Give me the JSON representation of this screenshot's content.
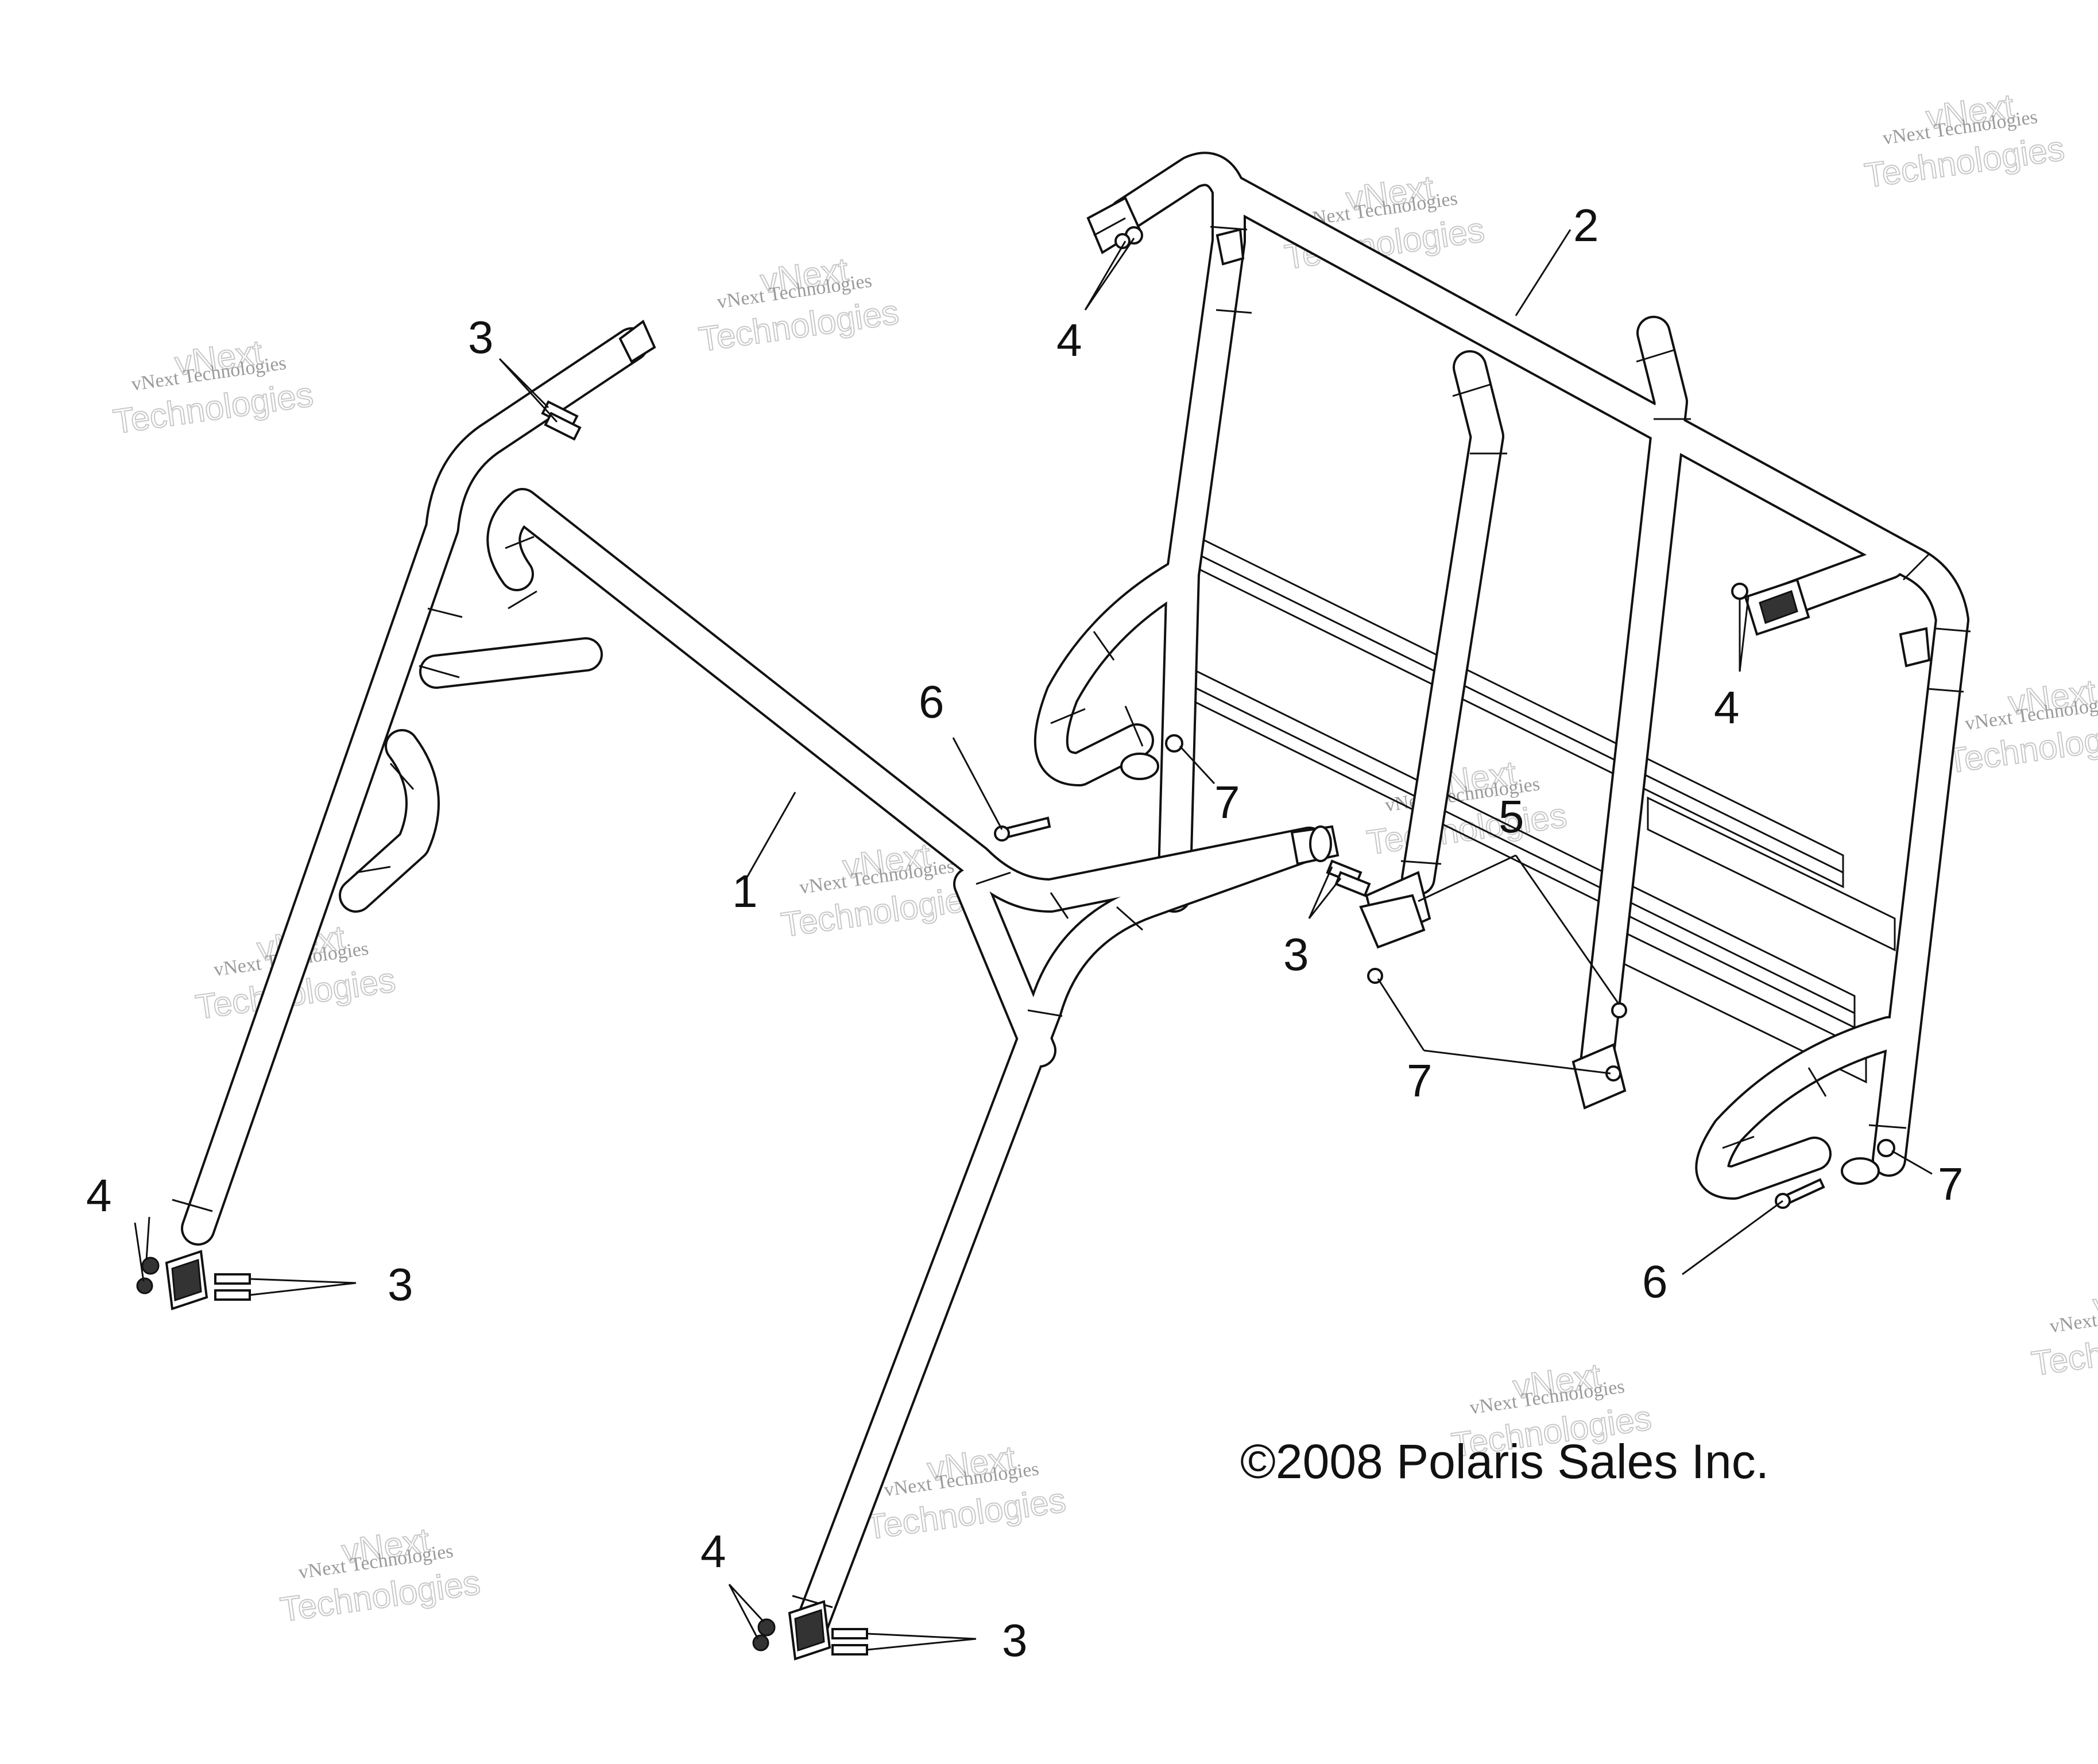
{
  "diagram": {
    "copyright": "©2008 Polaris Sales Inc.",
    "watermark": {
      "line1": "vNext Technologies",
      "line2": "vNext",
      "line3": "Technologies"
    },
    "callouts": [
      {
        "id": "callout-1",
        "label": "1"
      },
      {
        "id": "callout-2",
        "label": "2"
      },
      {
        "id": "callout-3-top",
        "label": "3"
      },
      {
        "id": "callout-3-mid",
        "label": "3"
      },
      {
        "id": "callout-3-left",
        "label": "3"
      },
      {
        "id": "callout-3-bottom",
        "label": "3"
      },
      {
        "id": "callout-4-top",
        "label": "4"
      },
      {
        "id": "callout-4-right",
        "label": "4"
      },
      {
        "id": "callout-4-left",
        "label": "4"
      },
      {
        "id": "callout-4-bottom",
        "label": "4"
      },
      {
        "id": "callout-5",
        "label": "5"
      },
      {
        "id": "callout-6-left",
        "label": "6"
      },
      {
        "id": "callout-6-right",
        "label": "6"
      },
      {
        "id": "callout-7-left",
        "label": "7"
      },
      {
        "id": "callout-7-mid",
        "label": "7"
      },
      {
        "id": "callout-7-right",
        "label": "7"
      }
    ]
  }
}
